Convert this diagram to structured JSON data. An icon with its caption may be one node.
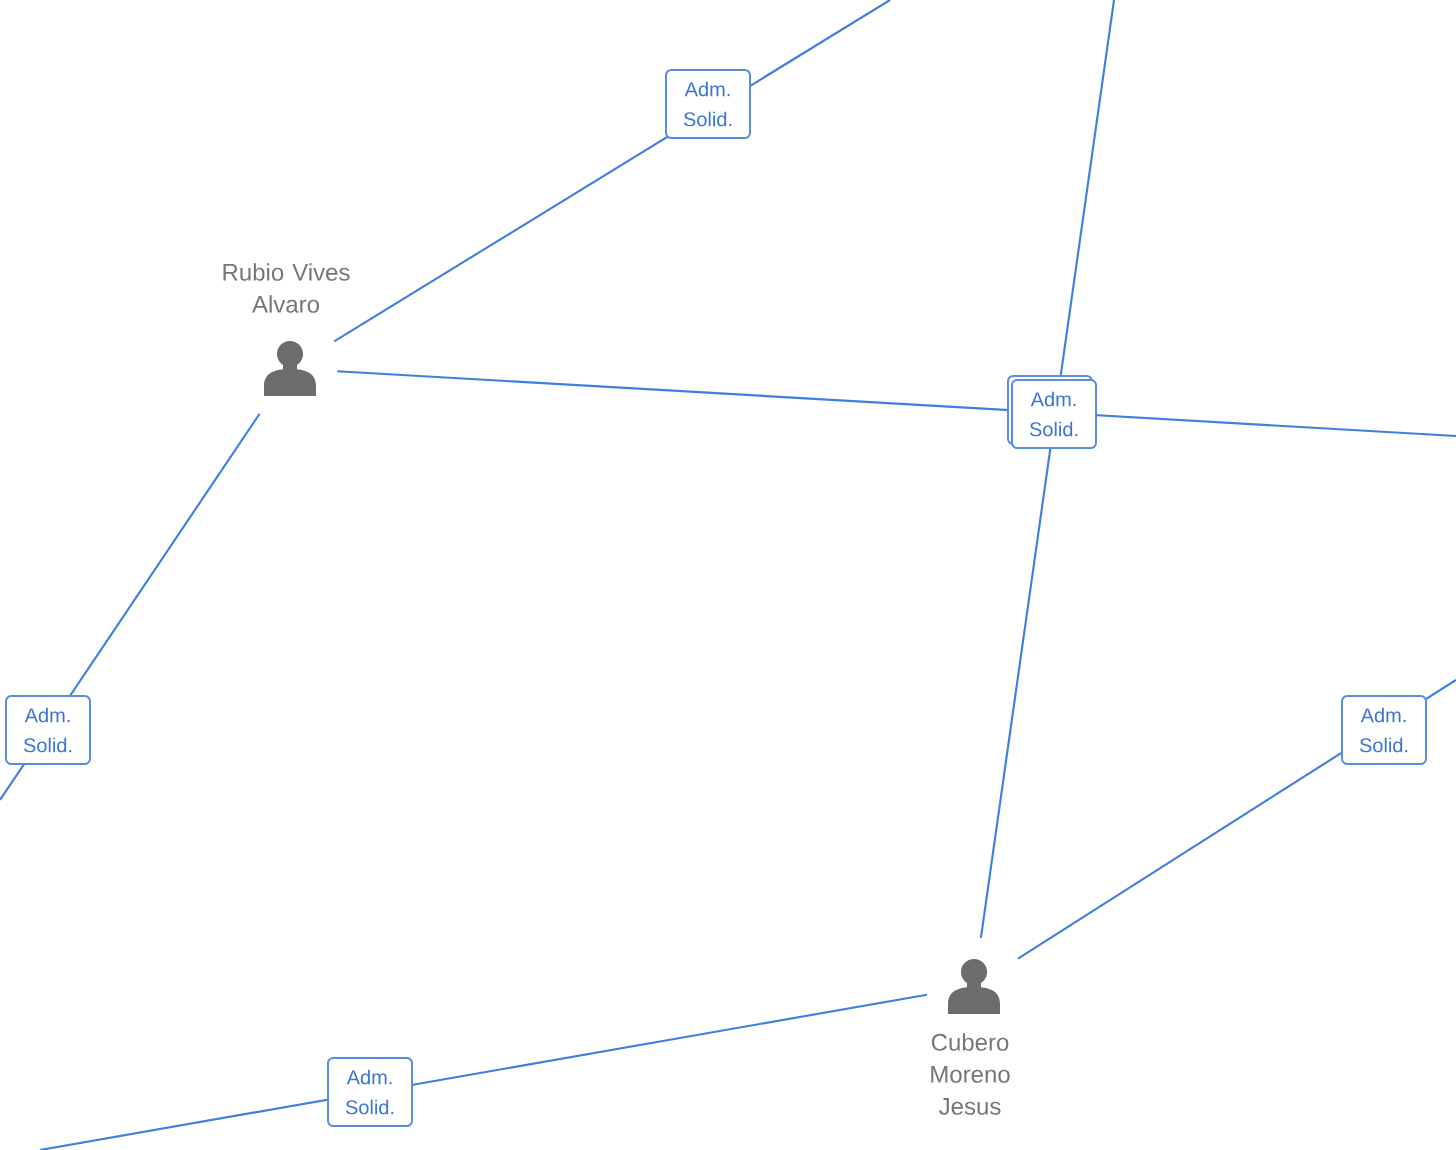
{
  "diagram": {
    "nodes": [
      {
        "text": [
          "Rubio Vives Alvaro"
        ]
      },
      {
        "text": [
          "Cubero Moreno Jesus"
        ]
      }
    ],
    "edges": [
      {
        "from": 0,
        "to": null,
        "arrow": "none",
        "label": "Adm. Solid."
      },
      {
        "from": 0,
        "to": null,
        "arrow": "none",
        "label": "Adm. Solid."
      },
      {
        "from": 0,
        "to": null,
        "arrow": "none",
        "label": "Adm. Solid."
      },
      {
        "from": 1,
        "to": null,
        "arrow": "none",
        "label": "Adm. Solid."
      },
      {
        "from": 1,
        "to": null,
        "arrow": "none",
        "label": "Adm. Solid."
      },
      {
        "from": 1,
        "to": null,
        "arrow": "none"
      }
    ]
  }
}
